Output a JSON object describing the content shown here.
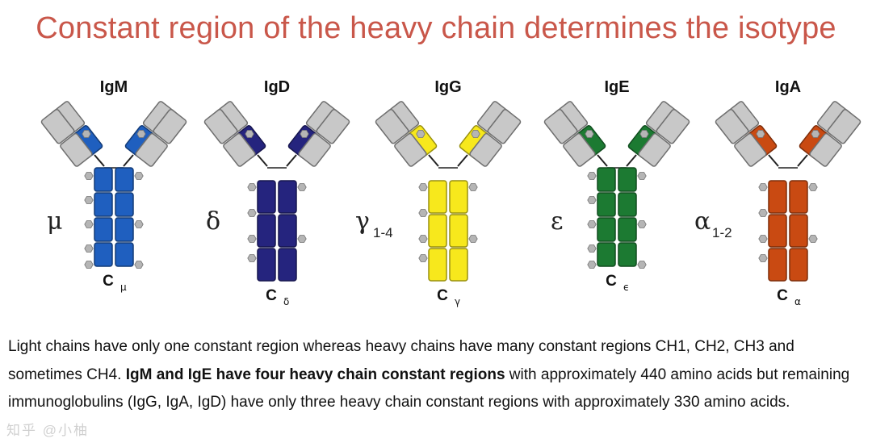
{
  "title": "Constant region of the heavy chain determines the isotype",
  "antibodies": [
    {
      "key": "igm",
      "name": "IgM",
      "chain_symbol": "μ",
      "subscript": "",
      "constant_label": "C",
      "constant_sub": "μ",
      "color": "#1f5fbf",
      "domains": 4
    },
    {
      "key": "igd",
      "name": "IgD",
      "chain_symbol": "δ",
      "subscript": "",
      "constant_label": "C",
      "constant_sub": "δ",
      "color": "#25247e",
      "domains": 3
    },
    {
      "key": "igg",
      "name": "IgG",
      "chain_symbol": "γ",
      "subscript": "1-4",
      "constant_label": "C",
      "constant_sub": "γ",
      "color": "#f7e81c",
      "domains": 3
    },
    {
      "key": "ige",
      "name": "IgE",
      "chain_symbol": "ε",
      "subscript": "",
      "constant_label": "C",
      "constant_sub": "ϵ",
      "color": "#1c7a32",
      "domains": 4
    },
    {
      "key": "iga",
      "name": "IgA",
      "chain_symbol": "α",
      "subscript": "1-2",
      "constant_label": "C",
      "constant_sub": "α",
      "color": "#c94a12",
      "domains": 3
    }
  ],
  "description": {
    "part1": "Light chains have only one constant region whereas heavy chains have many constant regions CH1, CH2, CH3 and sometimes CH4. ",
    "bold": "IgM and IgE have four heavy chain constant regions",
    "part2": " with approximately 440 amino acids but remaining immunoglobulins (IgG, IgA, IgD) have only three heavy chain constant regions with approximately 330 amino acids."
  },
  "watermark": "知乎 @小柚"
}
